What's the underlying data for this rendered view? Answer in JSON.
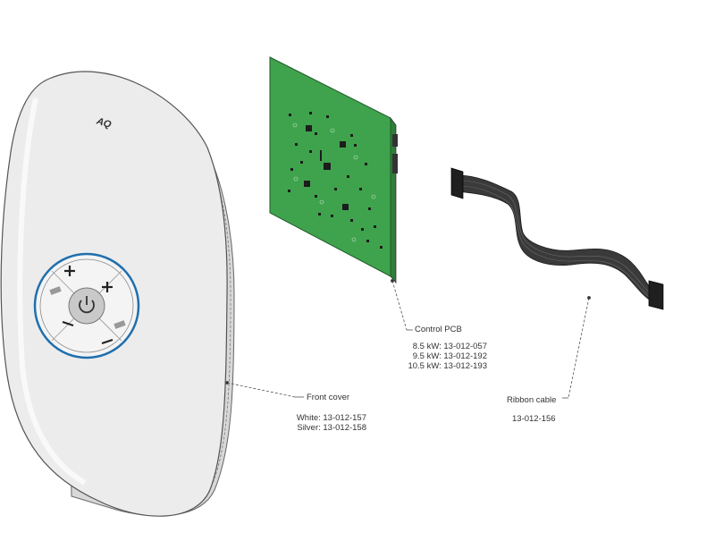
{
  "colors": {
    "pcb": "#3fa34d",
    "pcb_edge": "#2f7e39",
    "cover": "#ebebeb",
    "cover_outline": "#555555",
    "ring": "#1f6fae",
    "cable": "#3a3a3a",
    "leader": "#555555"
  },
  "icons": {
    "logo": "aqualisa-logo",
    "power": "power-icon",
    "plus": "plus-icon",
    "minus": "minus-icon"
  },
  "callouts": {
    "control_pcb": {
      "title": "Control PCB",
      "lines": [
        "8.5 kW: 13-012-057",
        "9.5 kW: 13-012-192",
        "10.5 kW: 13-012-193"
      ]
    },
    "front_cover": {
      "title": "Front cover",
      "lines": [
        "White: 13-012-157",
        "Silver: 13-012-158"
      ]
    },
    "ribbon_cable": {
      "title": "Ribbon cable",
      "lines": [
        "13-012-156"
      ]
    }
  }
}
